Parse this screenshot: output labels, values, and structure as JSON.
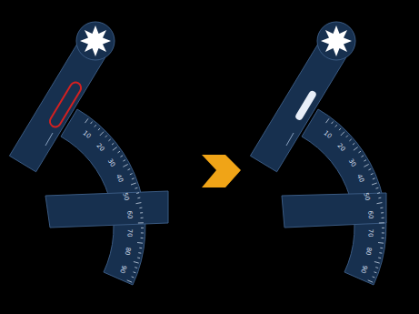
{
  "diagram": {
    "labels": [
      "10",
      "20",
      "30",
      "40",
      "50",
      "60",
      "70",
      "80",
      "90",
      "10",
      "20",
      "30",
      "40",
      "50",
      "60",
      "70",
      "80",
      "90"
    ]
  }
}
